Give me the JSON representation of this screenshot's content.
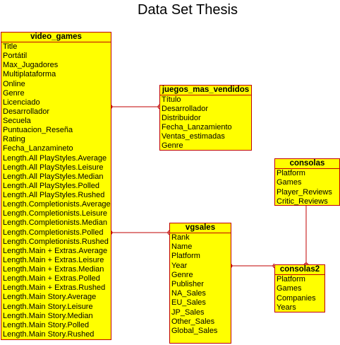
{
  "diagram": {
    "title": "Data Set Thesis",
    "entities": {
      "video_games": {
        "name": "video_games",
        "fields": [
          "Title",
          "Portátil",
          "Max_Jugadores",
          "Multiplataforma",
          "Online",
          "Genre",
          "Licenciado",
          "Desarrollador",
          "Secuela",
          "Puntuacion_Reseña",
          "Rating",
          "Fecha_Lanzamineto",
          "Length.All PlayStyles.Average",
          "Length.All PlayStyles.Leisure",
          "Length.All PlayStyles.Median",
          "Length.All PlayStyles.Polled",
          "Length.All PlayStyles.Rushed",
          "Length.Completionists.Average",
          "Length.Completionists.Leisure",
          "Length.Completionists.Median",
          "Length.Completionists.Polled",
          "Length.Completionists.Rushed",
          "Length.Main + Extras.Average",
          "Length.Main + Extras.Leisure",
          "Length.Main + Extras.Median",
          "Length.Main + Extras.Polled",
          "Length.Main + Extras.Rushed",
          "Length.Main Story.Average",
          "Length.Main Story.Leisure",
          "Length.Main Story.Median",
          "Length.Main Story.Polled",
          "Length.Main Story.Rushed"
        ]
      },
      "juegos_mas_vendidos": {
        "name": "juegos_mas_vendidos",
        "fields": [
          "Título",
          "Desarrollador",
          "Distribuidor",
          "Fecha_Lanzamiento",
          "Ventas_estimadas",
          "Genre"
        ]
      },
      "vgsales": {
        "name": "vgsales",
        "fields": [
          "Rank",
          "Name",
          "Platform",
          "Year",
          "Genre",
          "Publisher",
          "NA_Sales",
          "EU_Sales",
          "JP_Sales",
          "Other_Sales",
          "Global_Sales"
        ]
      },
      "consolas": {
        "name": "consolas",
        "fields": [
          "Platform",
          "Games",
          "Player_Reviews",
          "Critic_Reviews"
        ]
      },
      "consolas2": {
        "name": "consolas2",
        "fields": [
          "Platform",
          "Games",
          "Companies",
          "Years"
        ]
      }
    },
    "colors": {
      "entity_fill": "#ffff00",
      "border": "#c00000",
      "text": "#000000"
    }
  }
}
